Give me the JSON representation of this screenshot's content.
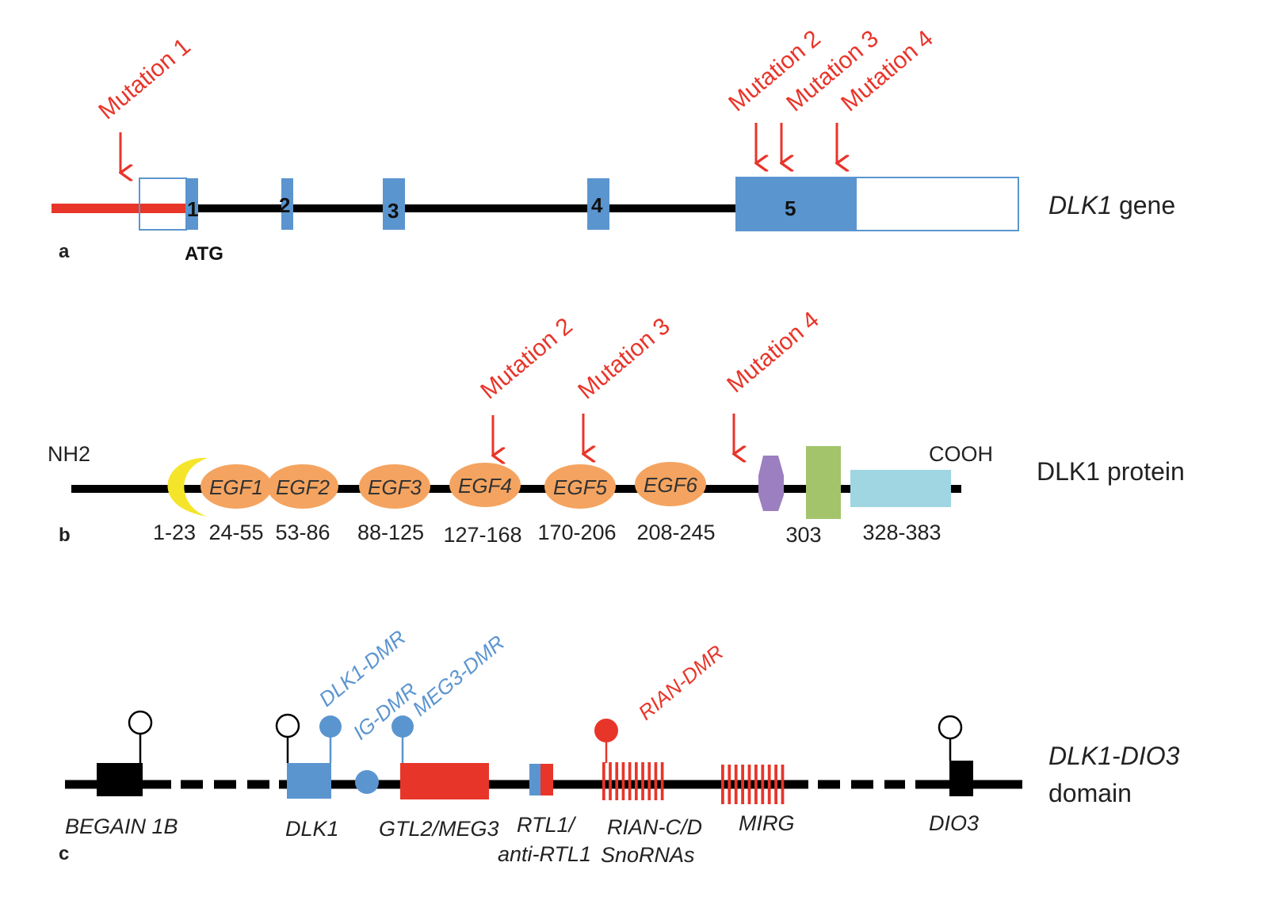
{
  "panel_a": {
    "letter": "a",
    "title_italic": "DLK1",
    "title_rest": " gene",
    "atg": "ATG",
    "exons": [
      "1",
      "2",
      "3",
      "4",
      "5"
    ],
    "mutations": [
      "Mutation 1",
      "Mutation 2",
      "Mutation 3",
      "Mutation 4"
    ]
  },
  "panel_b": {
    "letter": "b",
    "title": "DLK1 protein",
    "nh2": "NH2",
    "cooh": "COOH",
    "domains": [
      "EGF1",
      "EGF2",
      "EGF3",
      "EGF4",
      "EGF5",
      "EGF6"
    ],
    "ranges": [
      "1-23",
      "24-55",
      "53-86",
      "88-125",
      "127-168",
      "170-206",
      "208-245",
      "303",
      "328-383"
    ],
    "mutations": [
      "Mutation 2",
      "Mutation 3",
      "Mutation 4"
    ]
  },
  "panel_c": {
    "letter": "c",
    "title_line1": "DLK1-DIO3",
    "title_line2": "domain",
    "dmrs": [
      "DLK1-DMR",
      "IG-DMR",
      "MEG3-DMR",
      "RIAN-DMR"
    ],
    "genes": [
      "BEGAIN 1B",
      "DLK1",
      "GTL2/MEG3",
      "RTL1/",
      "anti-RTL1",
      "RIAN-C/D",
      "SnoRNAs",
      "MIRG",
      "DIO3"
    ]
  },
  "colors": {
    "red": "#e8352a",
    "blue": "#5b95cf",
    "orange": "#f4a460",
    "yellow": "#f5e52a",
    "purple": "#9b7fc0",
    "green": "#a3c46b",
    "cyan": "#9fd6e2"
  }
}
